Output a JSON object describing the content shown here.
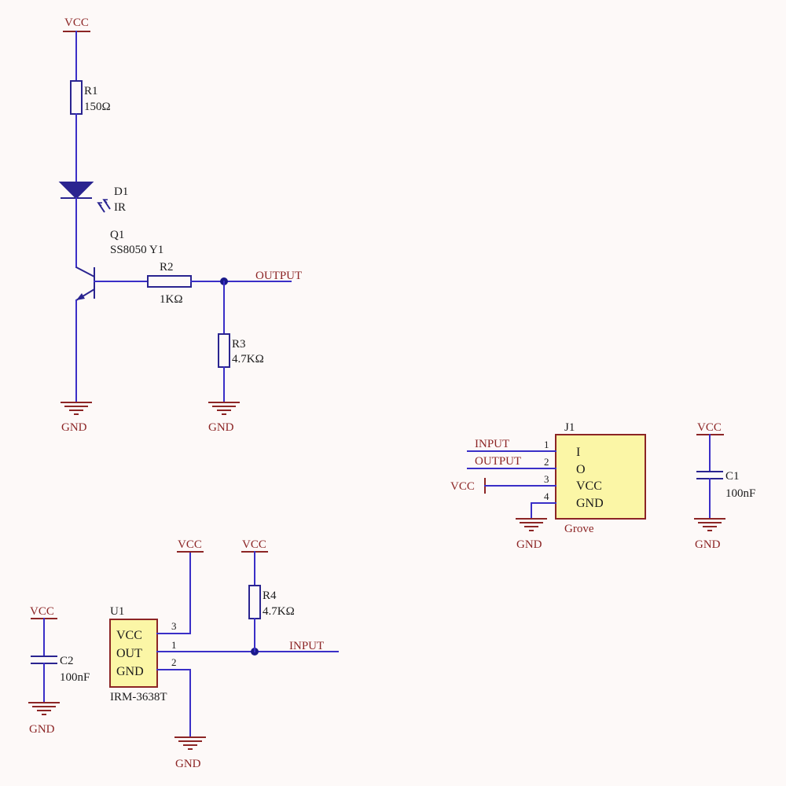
{
  "colors": {
    "wire": "#3a2fc7",
    "power": "#8c2525",
    "ic_fill": "#fbf6a6",
    "background": "#fdf9f8"
  },
  "transmitter": {
    "vcc": "VCC",
    "r1": {
      "ref": "R1",
      "value": "150Ω"
    },
    "d1": {
      "ref": "D1",
      "value": "IR"
    },
    "q1": {
      "ref": "Q1",
      "value": "SS8050 Y1"
    },
    "r2": {
      "ref": "R2",
      "value": "1KΩ"
    },
    "r3": {
      "ref": "R3",
      "value": "4.7KΩ"
    },
    "output_net": "OUTPUT",
    "gnd_q": "GND",
    "gnd_r3": "GND"
  },
  "connector": {
    "ref": "J1",
    "name": "Grove",
    "pins": [
      {
        "num": "1",
        "label": "I",
        "net": "INPUT"
      },
      {
        "num": "2",
        "label": "O",
        "net": "OUTPUT"
      },
      {
        "num": "3",
        "label": "VCC",
        "net": "VCC"
      },
      {
        "num": "4",
        "label": "GND",
        "net": "GND"
      }
    ],
    "gnd": "GND"
  },
  "cap_c1": {
    "vcc": "VCC",
    "ref": "C1",
    "value": "100nF",
    "gnd": "GND"
  },
  "receiver": {
    "ref": "U1",
    "part": "IRM-3638T",
    "pins": [
      {
        "label": "VCC",
        "num": "3"
      },
      {
        "label": "OUT",
        "num": "1"
      },
      {
        "label": "GND",
        "num": "2"
      }
    ],
    "vcc_u1": "VCC",
    "vcc_r4": "VCC",
    "r4": {
      "ref": "R4",
      "value": "4.7KΩ"
    },
    "input_net": "INPUT",
    "gnd": "GND"
  },
  "cap_c2": {
    "vcc": "VCC",
    "ref": "C2",
    "value": "100nF",
    "gnd": "GND"
  }
}
